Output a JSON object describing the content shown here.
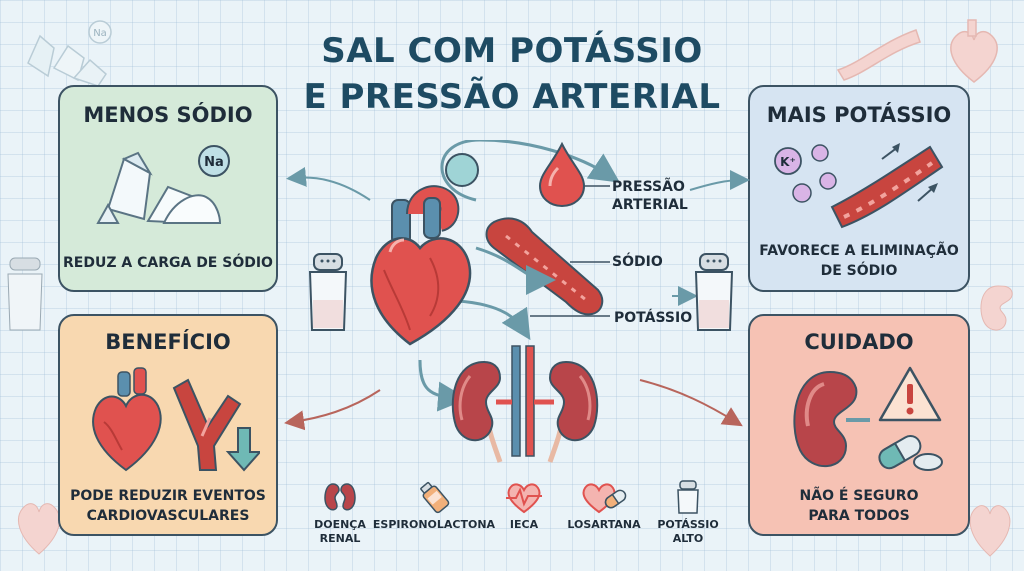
{
  "title": {
    "line1": "SAL COM POTÁSSIO",
    "line2": "E PRESSÃO ARTERIAL"
  },
  "cards": {
    "menos_sodio": {
      "title": "MENOS SÓDIO",
      "text": "REDUZ A CARGA DE SÓDIO",
      "badge": "Na"
    },
    "mais_potassio": {
      "title": "MAIS POTÁSSIO",
      "text_line1": "FAVORECE A ELIMINAÇÃO",
      "text_line2": "DE SÓDIO",
      "badge": "K⁺"
    },
    "beneficio": {
      "title": "BENEFÍCIO",
      "text_line1": "PODE REDUZIR EVENTOS",
      "text_line2": "CARDIOVASCULARES"
    },
    "cuidado": {
      "title": "CUIDADO",
      "text_line1": "NÃO É SEGURO",
      "text_line2": "PARA TODOS"
    }
  },
  "center_labels": {
    "pressao_line1": "PRESSÃO",
    "pressao_line2": "ARTERIAL",
    "sodio": "SÓDIO",
    "potassio": "POTÁSSIO"
  },
  "decor": {
    "corner_badge": "Na"
  },
  "legend": [
    {
      "line1": "DOENÇA",
      "line2": "RENAL",
      "icon": "kidney-icon"
    },
    {
      "line1": "ESPIRONOLACTONA",
      "line2": "",
      "icon": "medicine-bottle-icon"
    },
    {
      "line1": "IECA",
      "line2": "",
      "icon": "heart-pulse-icon"
    },
    {
      "line1": "LOSARTANA",
      "line2": "",
      "icon": "heart-pill-icon"
    },
    {
      "line1": "POTÁSSIO",
      "line2": "ALTO",
      "icon": "salt-shaker-icon"
    }
  ],
  "colors": {
    "background": "#eaf3f8",
    "title": "#1e4b63",
    "menos_sodio_card": "#d5ead9",
    "mais_potassio_card": "#d6e4f2",
    "beneficio_card": "#f8d8b0",
    "cuidado_card": "#f6c2b4",
    "heart": "#e0524f",
    "vessel": "#c8453f",
    "kidney": "#b8454a",
    "arrow": "#6a9aa8"
  }
}
